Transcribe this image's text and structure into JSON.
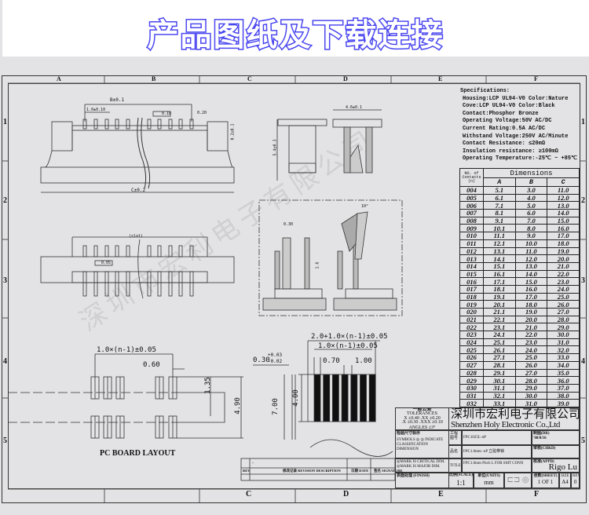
{
  "banner": {
    "title": "产品图纸及下载连接"
  },
  "frame": {
    "columns": [
      "A",
      "B",
      "C",
      "D",
      "E",
      "F"
    ],
    "rows": [
      "1",
      "2",
      "3",
      "4",
      "5"
    ],
    "bottom_columns": [
      "C",
      "D",
      "E",
      "F"
    ]
  },
  "watermark": "深圳市宏利电子有限公司",
  "specs": {
    "title": "Specifications:",
    "lines": [
      "Housing:LCP UL94-V0 Color:Nature",
      "Cove:LCP UL94-V0 Color:Black",
      "Contact:Phosphor Bronze",
      "Operating Voltage:50V AC/DC",
      "Current Rating:0.5A AC/DC",
      "Withstand Voltage:250V AC/Minute",
      "Contact Resistance: ≤20mΩ",
      "Insulation resistance: ≥100mΩ",
      "Operating Temperature:-25℃ ~ +85℃"
    ]
  },
  "dim_table": {
    "no_header": "NO. of Contacts (n)",
    "dim_header": "Dimensions",
    "cols": [
      "A",
      "B",
      "C"
    ],
    "rows": [
      [
        "004",
        "5.1",
        "3.0",
        "11.0"
      ],
      [
        "005",
        "6.1",
        "4.0",
        "12.0"
      ],
      [
        "006",
        "7.1",
        "5.0",
        "13.0"
      ],
      [
        "007",
        "8.1",
        "6.0",
        "14.0"
      ],
      [
        "008",
        "9.1",
        "7.0",
        "15.0"
      ],
      [
        "009",
        "10.1",
        "8.0",
        "16.0"
      ],
      [
        "010",
        "11.1",
        "9.0",
        "17.0"
      ],
      [
        "011",
        "12.1",
        "10.0",
        "18.0"
      ],
      [
        "012",
        "13.1",
        "11.0",
        "19.0"
      ],
      [
        "013",
        "14.1",
        "12.0",
        "20.0"
      ],
      [
        "014",
        "15.1",
        "13.0",
        "21.0"
      ],
      [
        "015",
        "16.1",
        "14.0",
        "22.0"
      ],
      [
        "016",
        "17.1",
        "15.0",
        "23.0"
      ],
      [
        "017",
        "18.1",
        "16.0",
        "24.0"
      ],
      [
        "018",
        "19.1",
        "17.0",
        "25.0"
      ],
      [
        "019",
        "20.1",
        "18.0",
        "26.0"
      ],
      [
        "020",
        "21.1",
        "19.0",
        "27.0"
      ],
      [
        "021",
        "22.1",
        "20.0",
        "28.0"
      ],
      [
        "022",
        "23.1",
        "21.0",
        "29.0"
      ],
      [
        "023",
        "24.1",
        "22.0",
        "30.0"
      ],
      [
        "024",
        "25.1",
        "23.0",
        "31.0"
      ],
      [
        "025",
        "26.1",
        "24.0",
        "32.0"
      ],
      [
        "026",
        "27.1",
        "25.0",
        "33.0"
      ],
      [
        "027",
        "28.1",
        "26.0",
        "34.0"
      ],
      [
        "028",
        "29.1",
        "27.0",
        "35.0"
      ],
      [
        "029",
        "30.1",
        "28.0",
        "36.0"
      ],
      [
        "030",
        "31.1",
        "29.0",
        "37.0"
      ],
      [
        "031",
        "32.1",
        "30.0",
        "38.0"
      ],
      [
        "032",
        "33.1",
        "31.0",
        "39.0"
      ]
    ]
  },
  "dims": {
    "front_b": "B±0.1",
    "front_pitch": "1.0±0.10",
    "front_c": "C±0.2",
    "flatness": "0.10",
    "front_h": "0.2±0.1",
    "pin_w": "0.20",
    "side_w": "4.6±0.1",
    "side_h": "5.4±0.3",
    "angle": "10°",
    "fpc_t": "0.30",
    "fpc_len": "1.6",
    "slot": "(slot)",
    "top_flat": "0.05",
    "pcb_pitch": "1.0×(n-1)±0.05",
    "pcb_pad_w": "0.60",
    "pcb_pad_h": "1.35",
    "pcb_total": "4.90",
    "pcb_label": "PC BOARD LAYOUT",
    "fpc_total": "2.0+1.0×(n-1)±0.05",
    "fpc_pitch": "1.0×(n-1)±0.05",
    "fpc_pad": "0.70",
    "fpc_space": "1.00",
    "fpc_thick": "0.30",
    "fpc_tol_up": "+0.03",
    "fpc_tol_dn": "-0.02",
    "fpc_len7": "7.00",
    "fpc_len4": "4.00"
  },
  "title_block": {
    "tol_title": "一般公差",
    "tol_en": "TOLERANCES",
    "tol_1": "X ±0.40  .XX ±0.20",
    "tol_2": ".X ±0.30  .XXX ±0.10",
    "tol_angle": "ANGLES ±3°",
    "company_cn": "深圳市宏利电子有限公司",
    "company_en": "Shenzhen Holy Electronic Co.,Ltd",
    "check_title": "检验尺寸标示",
    "check_1": "SYMBOLS ◎ ◎ INDICATE",
    "check_2": "CLASSIFICATION DIMENSION",
    "mark_critical": "◎MARK IS CRITICAL DIM.",
    "mark_major": "◎MARK IS MAJOR DIM.",
    "finish": "表面处理 (FINISH)",
    "dwg_no_label": "工程图号",
    "dwg_no": "FPC1025L-nP",
    "name_label": "品名",
    "name": "FPC1.0mm -nP 立贴带锁",
    "title_label": "TITLE",
    "title": "FPC1.0mm Pitch L FOR SMT CONN",
    "dr_label": "制图(DR)",
    "dr_date": "'08/8/16",
    "chkd_label": "审核(CHKD)",
    "appd_label": "核准(APPD)",
    "appd": "Rigo Lu",
    "scale_label": "比例(SCALE)",
    "scale": "1:1",
    "units_label": "单位(UNITS)",
    "units": "mm",
    "sheet_label": "张数(SHEET)",
    "sheet": "1 OF 1",
    "size_label": "SIZE",
    "size": "A4",
    "rev_label": "REV",
    "rev": "0"
  },
  "revision": {
    "rev": "REV",
    "desc": "修改记录 REVISION DESCRIPTION",
    "date": "日期 DATE",
    "sign": "签名 SIGNATURE",
    "dash": "-"
  }
}
